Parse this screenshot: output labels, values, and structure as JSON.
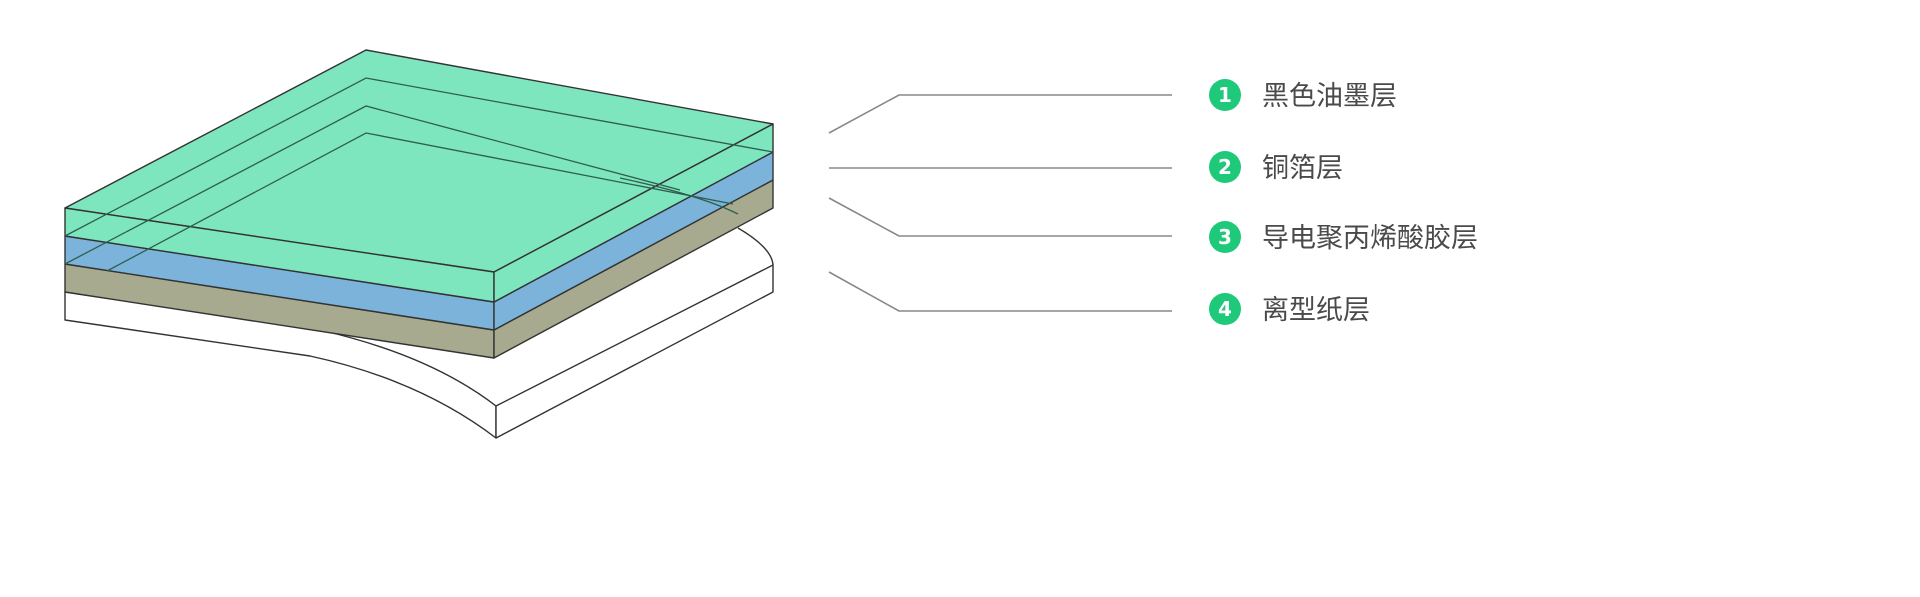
{
  "colors": {
    "ink_layer": "#7de6bf",
    "copper_layer": "#7bb3da",
    "adhesive_layer": "#a7aa8e",
    "release_paper": "#ffffff",
    "outline": "#333333",
    "leader_line": "#888888",
    "badge": "#1ec97a",
    "label_text": "#4a4a4a"
  },
  "legend": {
    "items": [
      {
        "number": "1",
        "label": "黑色油墨层"
      },
      {
        "number": "2",
        "label": "铜箔层"
      },
      {
        "number": "3",
        "label": "导电聚丙烯酸胶层"
      },
      {
        "number": "4",
        "label": "离型纸层"
      }
    ]
  }
}
